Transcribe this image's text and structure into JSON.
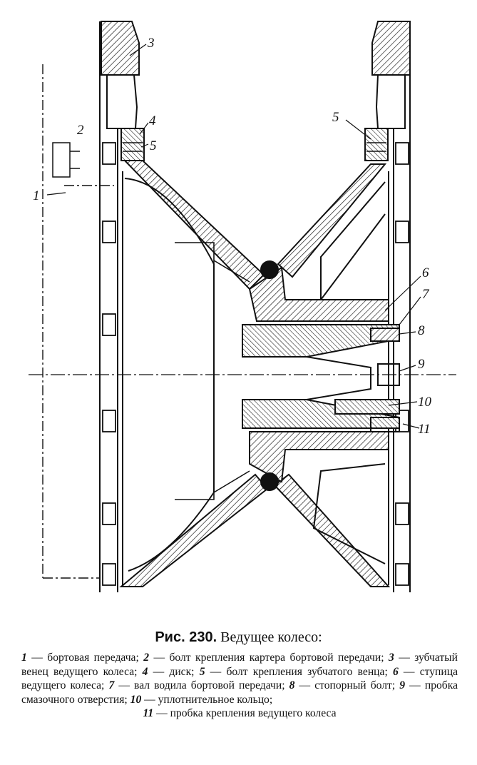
{
  "labels": {
    "l1": "1",
    "l2": "2",
    "l3": "3",
    "l4": "4",
    "l5a": "5",
    "l5b": "5",
    "l6": "6",
    "l7": "7",
    "l8": "8",
    "l9": "9",
    "l10": "10",
    "l11": "11"
  },
  "caption": {
    "fig_number": "Рис. 230.",
    "title": "Ведущее колесо:"
  },
  "legend": [
    {
      "num": "1",
      "text": " — бортовая передача; "
    },
    {
      "num": "2",
      "text": " — болт крепления картера бортовой передачи; "
    },
    {
      "num": "3",
      "text": " — зубчатый венец ведущего колеса; "
    },
    {
      "num": "4",
      "text": " — диск; "
    },
    {
      "num": "5",
      "text": " — болт крепления зубчатого венца; "
    },
    {
      "num": "6",
      "text": " — ступица ведущего колеса; "
    },
    {
      "num": "7",
      "text": " — вал водила бортовой передачи; "
    },
    {
      "num": "8",
      "text": " — стопорный болт; "
    },
    {
      "num": "9",
      "text": " — пробка смазочного отверстия; "
    },
    {
      "num": "10",
      "text": " — уплотнительное кольцо; "
    },
    {
      "num": "11",
      "text": " — пробка крепления ведущего колеса"
    }
  ]
}
